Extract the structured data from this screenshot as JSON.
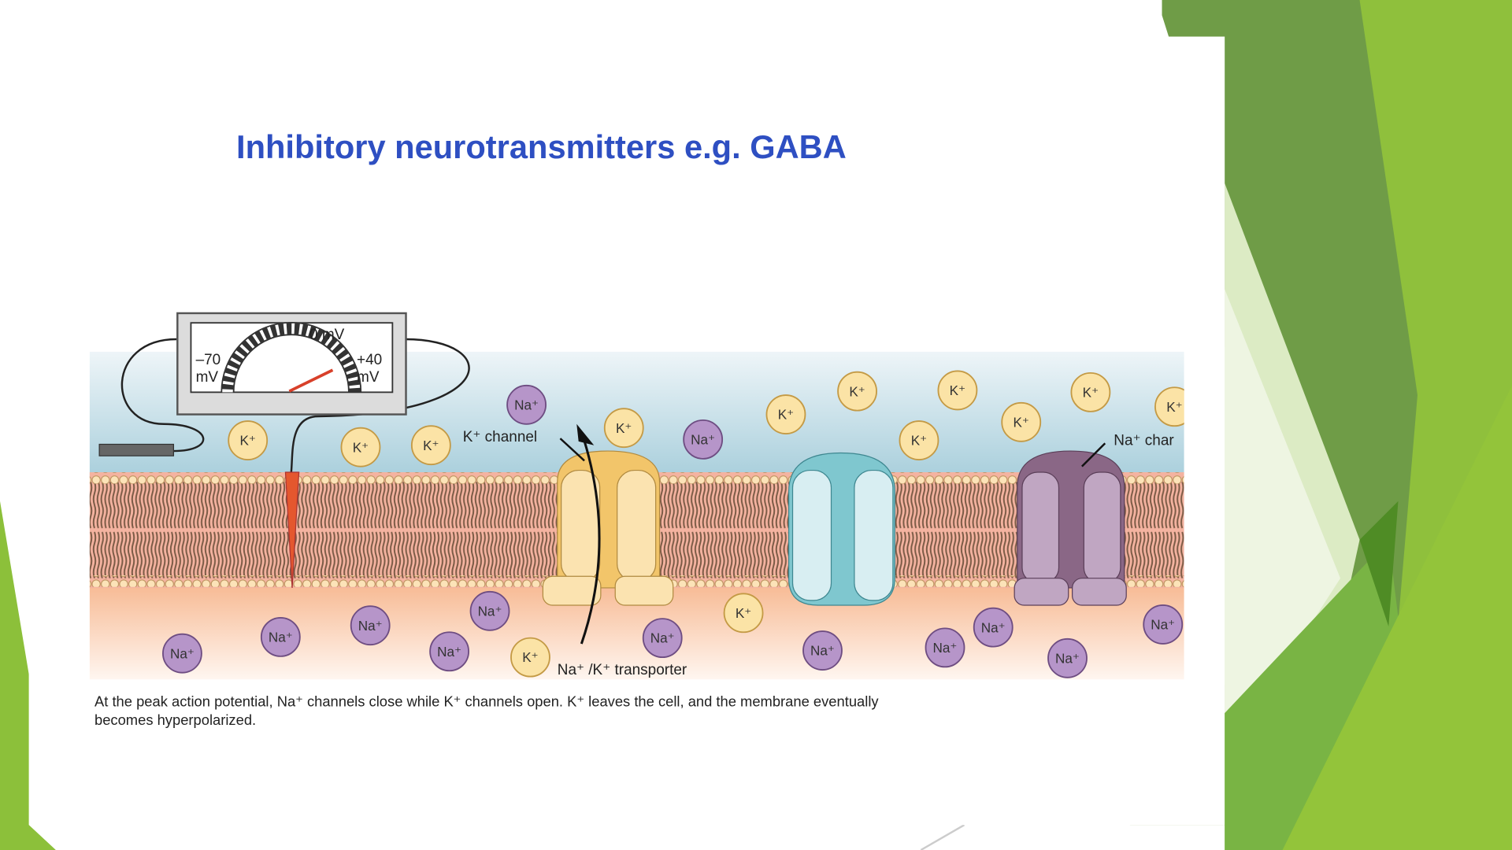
{
  "slide": {
    "title": "Inhibitory neurotransmitters e.g. GABA",
    "caption_line1": "At the peak action potential, Na⁺ channels close while K⁺ channels open. K⁺ leaves the cell, and the membrane eventually",
    "caption_line2": "becomes hyperpolarized."
  },
  "diagram": {
    "meter": {
      "zero_label": "0 mV",
      "min_value": "–70",
      "min_unit": "mV",
      "max_value": "+40",
      "max_unit": "mV"
    },
    "labels": {
      "k_channel": "K⁺ channel",
      "transporter": "Na⁺ /K⁺ transporter",
      "na_channel": "Na⁺ char"
    },
    "ions": [
      {
        "label": "K⁺",
        "type": "k"
      },
      {
        "label": "K⁺",
        "type": "k"
      },
      {
        "label": "K⁺",
        "type": "k"
      },
      {
        "label": "K⁺",
        "type": "k"
      },
      {
        "label": "K⁺",
        "type": "k"
      },
      {
        "label": "K⁺",
        "type": "k"
      },
      {
        "label": "K⁺",
        "type": "k"
      },
      {
        "label": "K⁺",
        "type": "k"
      },
      {
        "label": "K⁺",
        "type": "k"
      },
      {
        "label": "K⁺",
        "type": "k"
      },
      {
        "label": "K⁺",
        "type": "k"
      },
      {
        "label": "Na⁺",
        "type": "na"
      },
      {
        "label": "Na⁺",
        "type": "na"
      },
      {
        "label": "Na⁺",
        "type": "na"
      },
      {
        "label": "Na⁺",
        "type": "na"
      },
      {
        "label": "Na⁺",
        "type": "na"
      },
      {
        "label": "Na⁺",
        "type": "na"
      },
      {
        "label": "Na⁺",
        "type": "na"
      },
      {
        "label": "Na⁺",
        "type": "na"
      },
      {
        "label": "Na⁺",
        "type": "na"
      },
      {
        "label": "Na⁺",
        "type": "na"
      },
      {
        "label": "Na⁺",
        "type": "na"
      },
      {
        "label": "Na⁺",
        "type": "na"
      },
      {
        "label": "Na⁺",
        "type": "na"
      },
      {
        "label": "K⁺",
        "type": "k"
      },
      {
        "label": "K⁺",
        "type": "k"
      }
    ],
    "colors": {
      "k_ion": "#fbe3a6",
      "na_ion": "#b695c9",
      "title": "#2e4fc2"
    }
  }
}
